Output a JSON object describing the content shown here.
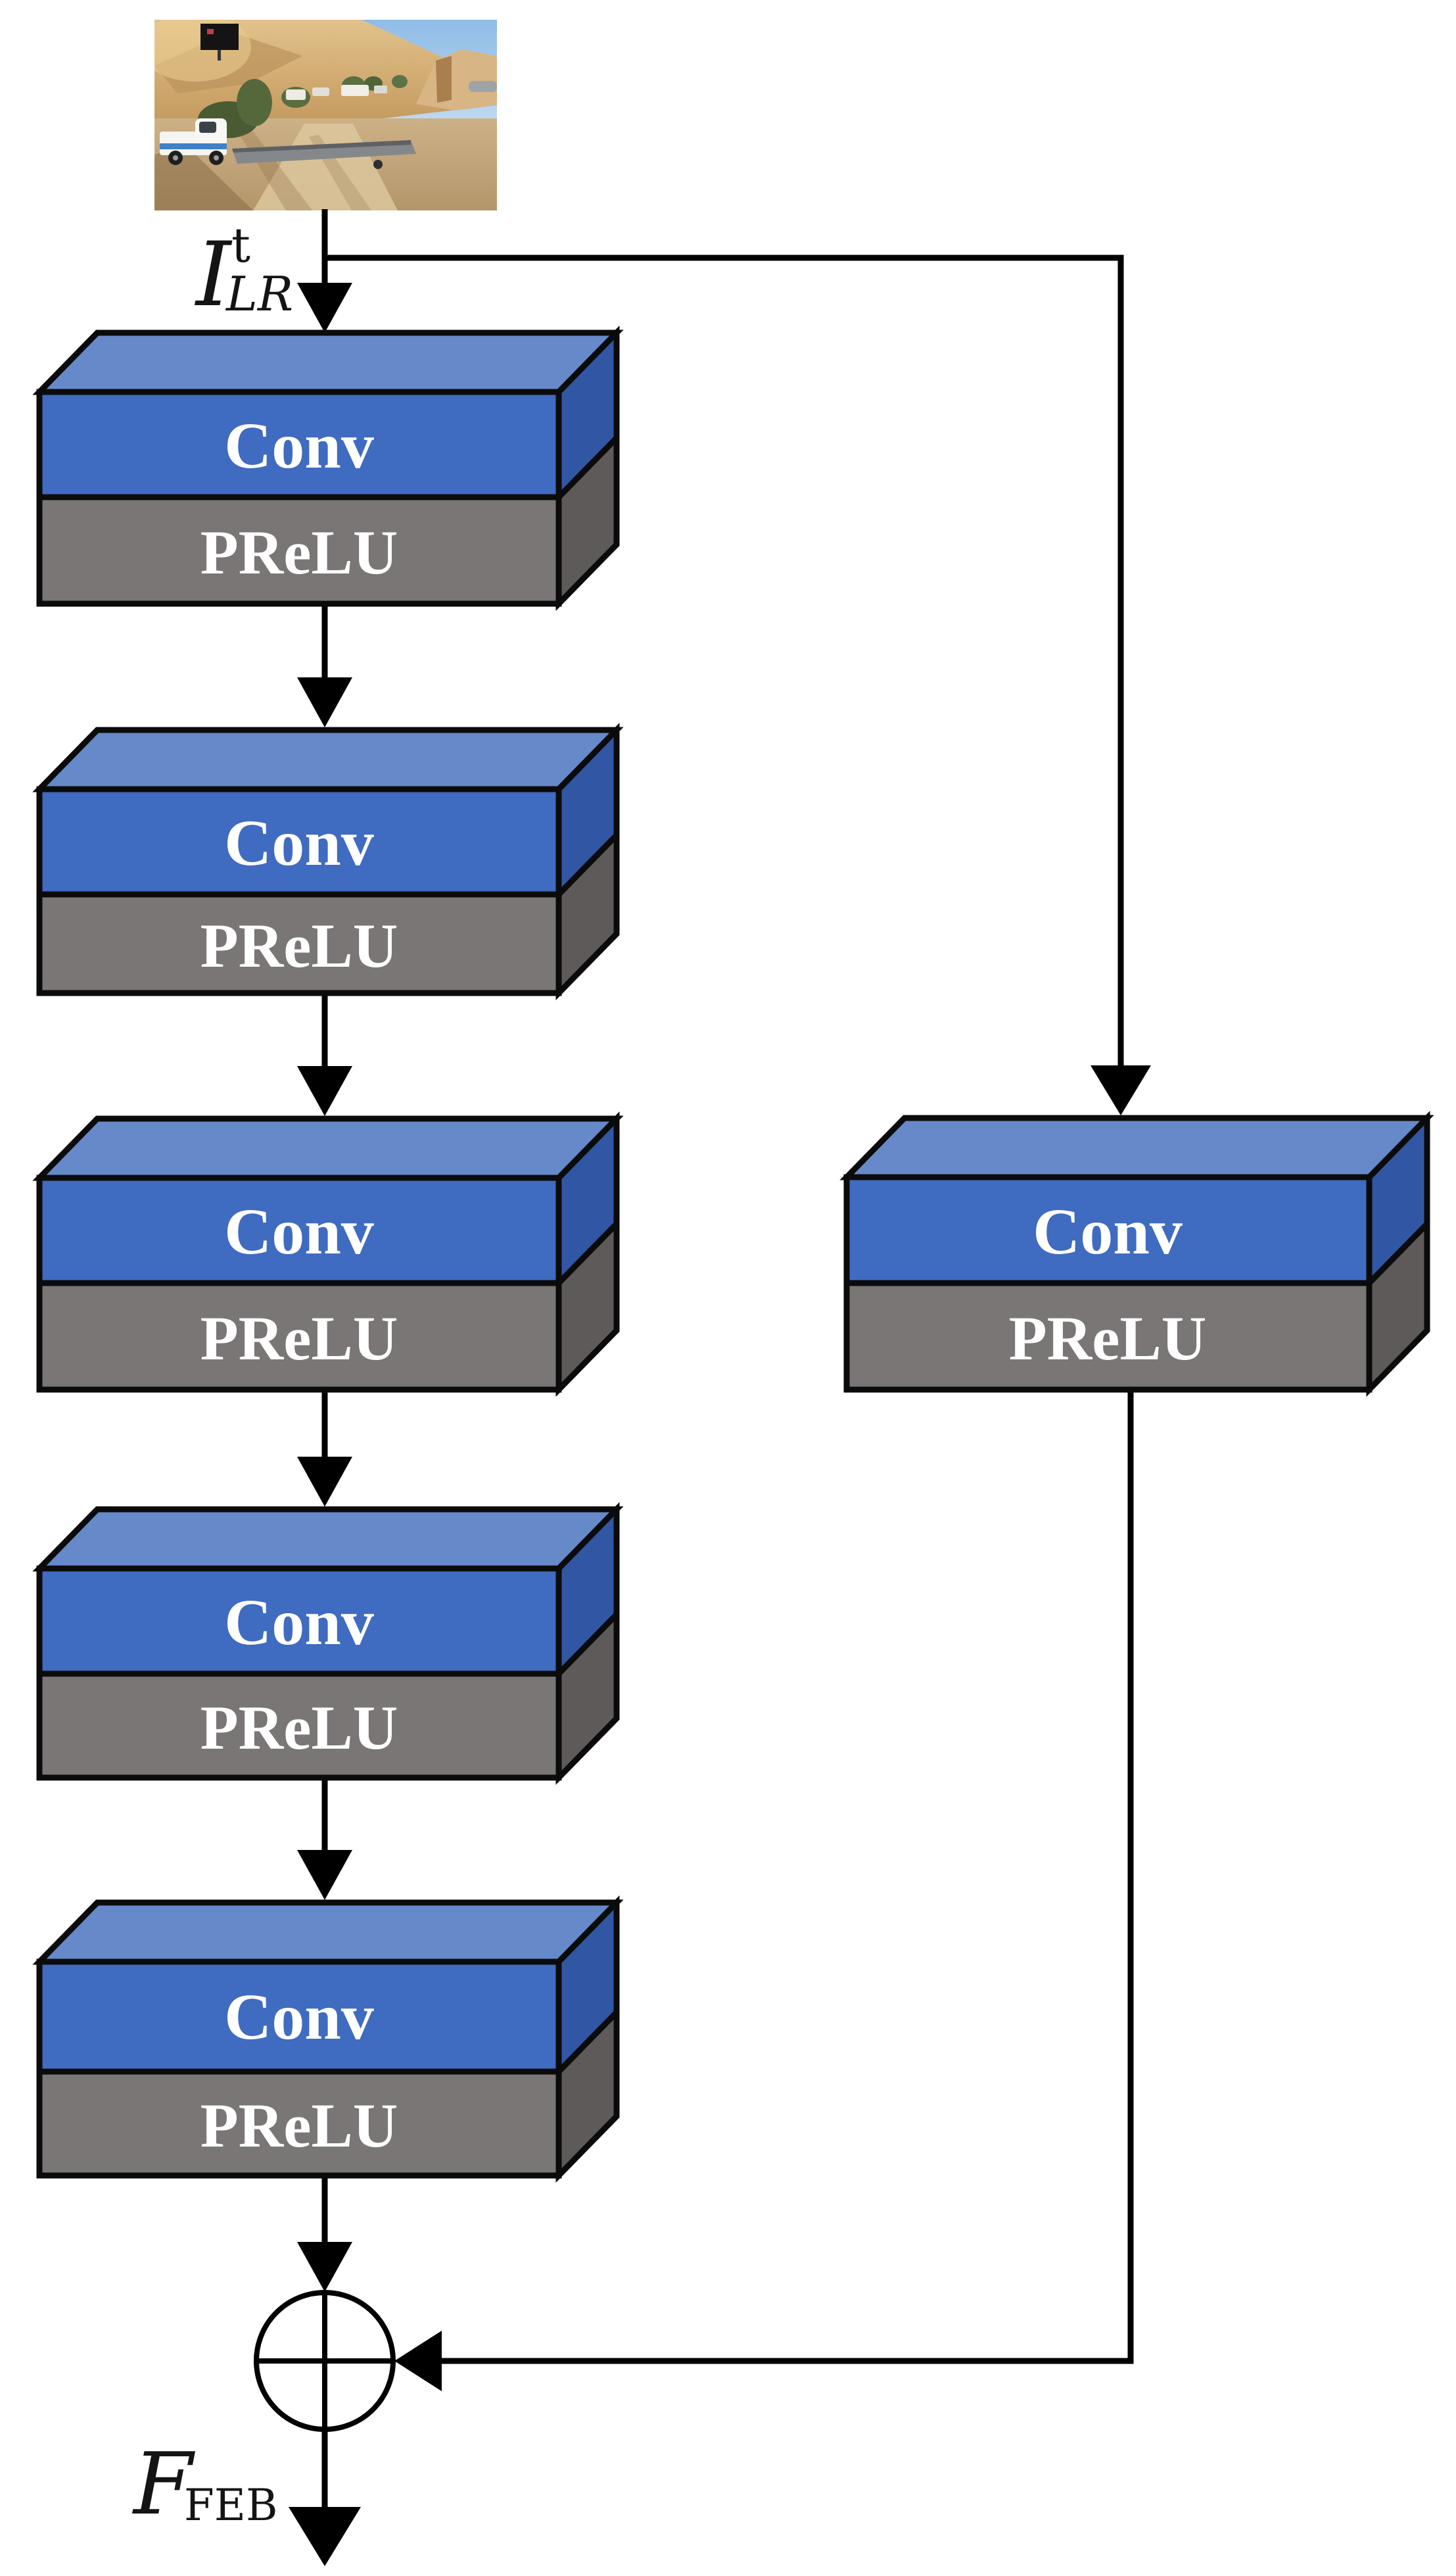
{
  "input_label": {
    "base": "I",
    "sup": "t",
    "sub": "LR"
  },
  "output_label": {
    "base": "F",
    "sub": "FEB"
  },
  "main_path": {
    "blocks": [
      {
        "conv": "Conv",
        "activation": "PReLU"
      },
      {
        "conv": "Conv",
        "activation": "PReLU"
      },
      {
        "conv": "Conv",
        "activation": "PReLU"
      },
      {
        "conv": "Conv",
        "activation": "PReLU"
      },
      {
        "conv": "Conv",
        "activation": "PReLU"
      }
    ]
  },
  "skip_path": {
    "blocks": [
      {
        "conv": "Conv",
        "activation": "PReLU"
      }
    ]
  },
  "merge": {
    "symbol": "⊕"
  },
  "colors": {
    "background": "#FFFFFF",
    "conv_front": "#3F6BC0",
    "conv_top": "#6689C9",
    "conv_side": "#3157A4",
    "prelu_front": "#7A7676",
    "prelu_side": "#5E5A5A",
    "outline": "#0B0B0B",
    "arrow": "#000000",
    "block_text": "#FFFFFF",
    "label_text": "#141414"
  }
}
